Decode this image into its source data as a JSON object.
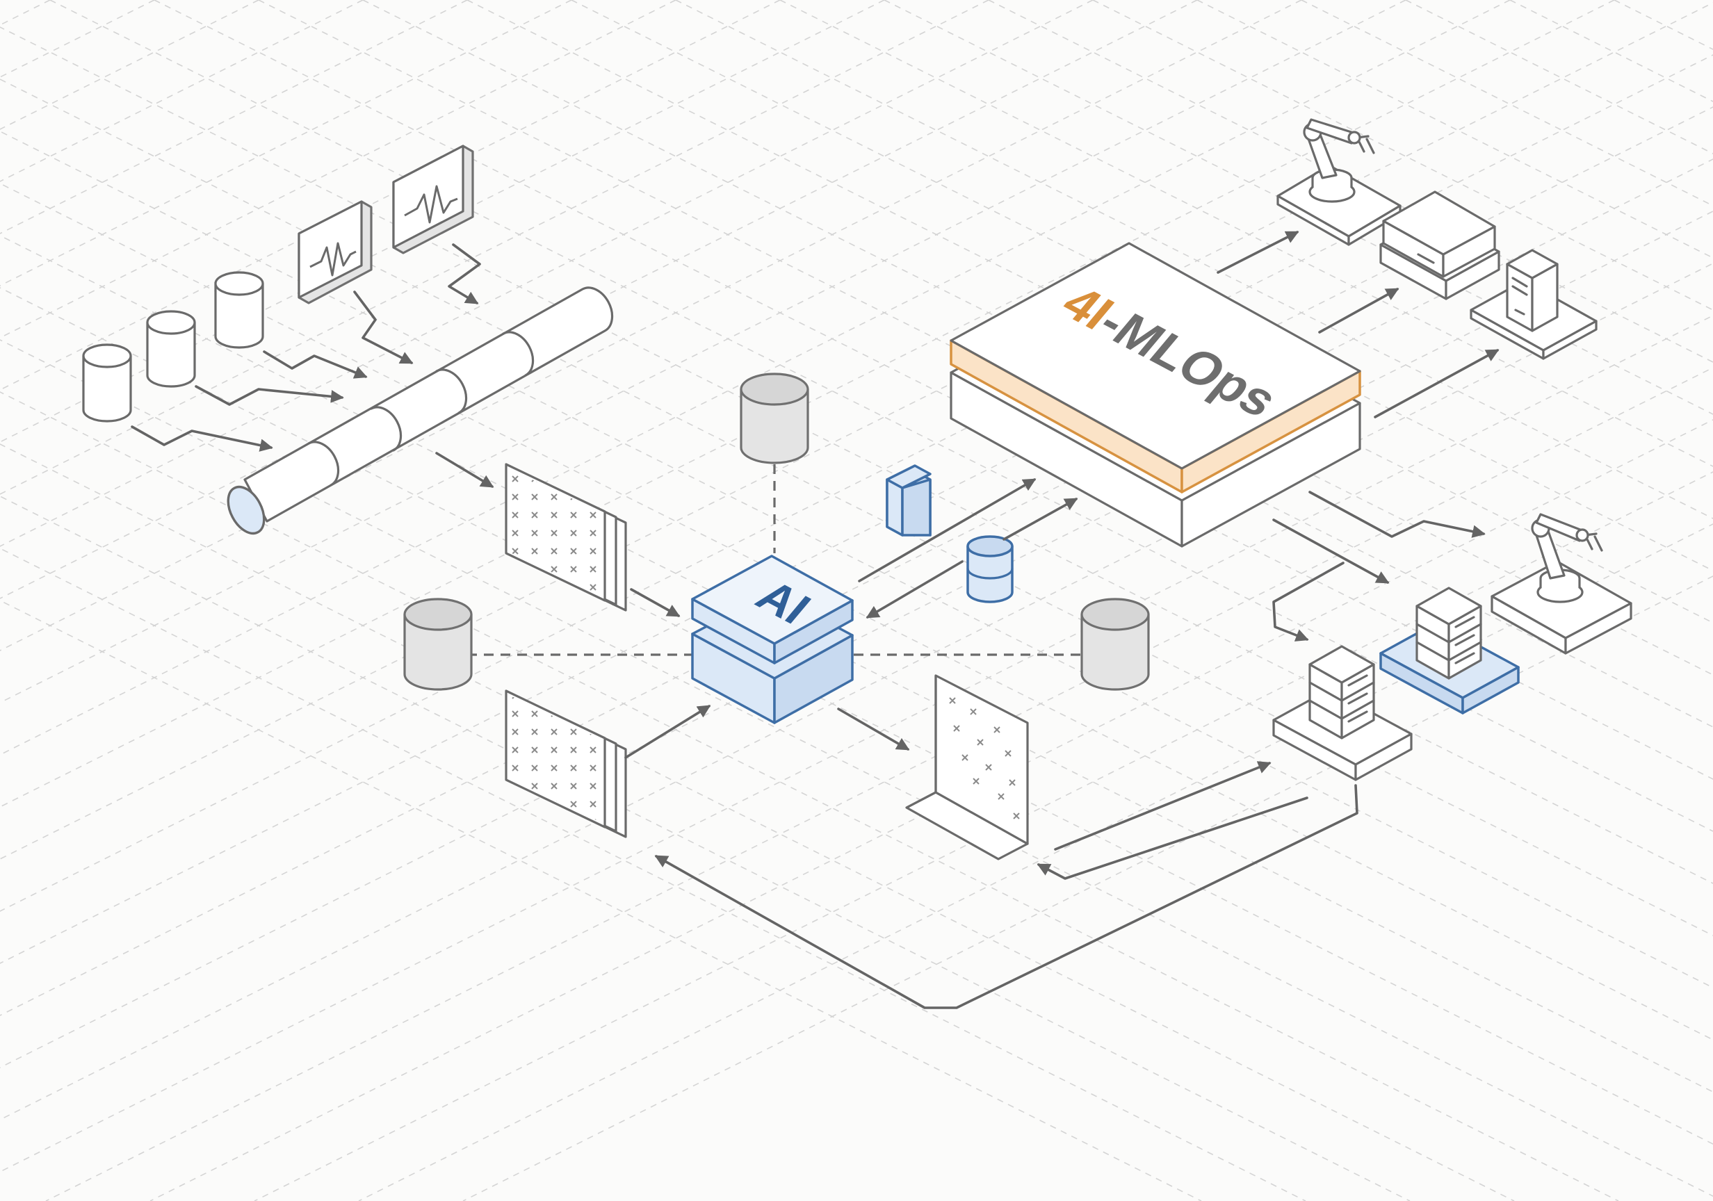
{
  "labels": {
    "ai_core": "AI",
    "platform_prefix": "4I",
    "platform_suffix": "-MLOps"
  },
  "colors": {
    "accent_blue": "#3e6ea6",
    "accent_blue_fill": "#dbe8f7",
    "accent_orange": "#d79240",
    "accent_orange_fill": "#fbe3c7",
    "line_gray": "#6a6a6a"
  },
  "icons": [
    "database-icon",
    "waveform-monitor-icon",
    "data-pipeline-icon",
    "dataset-layers-icon",
    "ai-chip-icon",
    "mlops-platform-icon",
    "server-rack-icon",
    "robot-arm-icon",
    "desktop-tower-icon",
    "network-box-icon",
    "scatter-panel-icon"
  ]
}
